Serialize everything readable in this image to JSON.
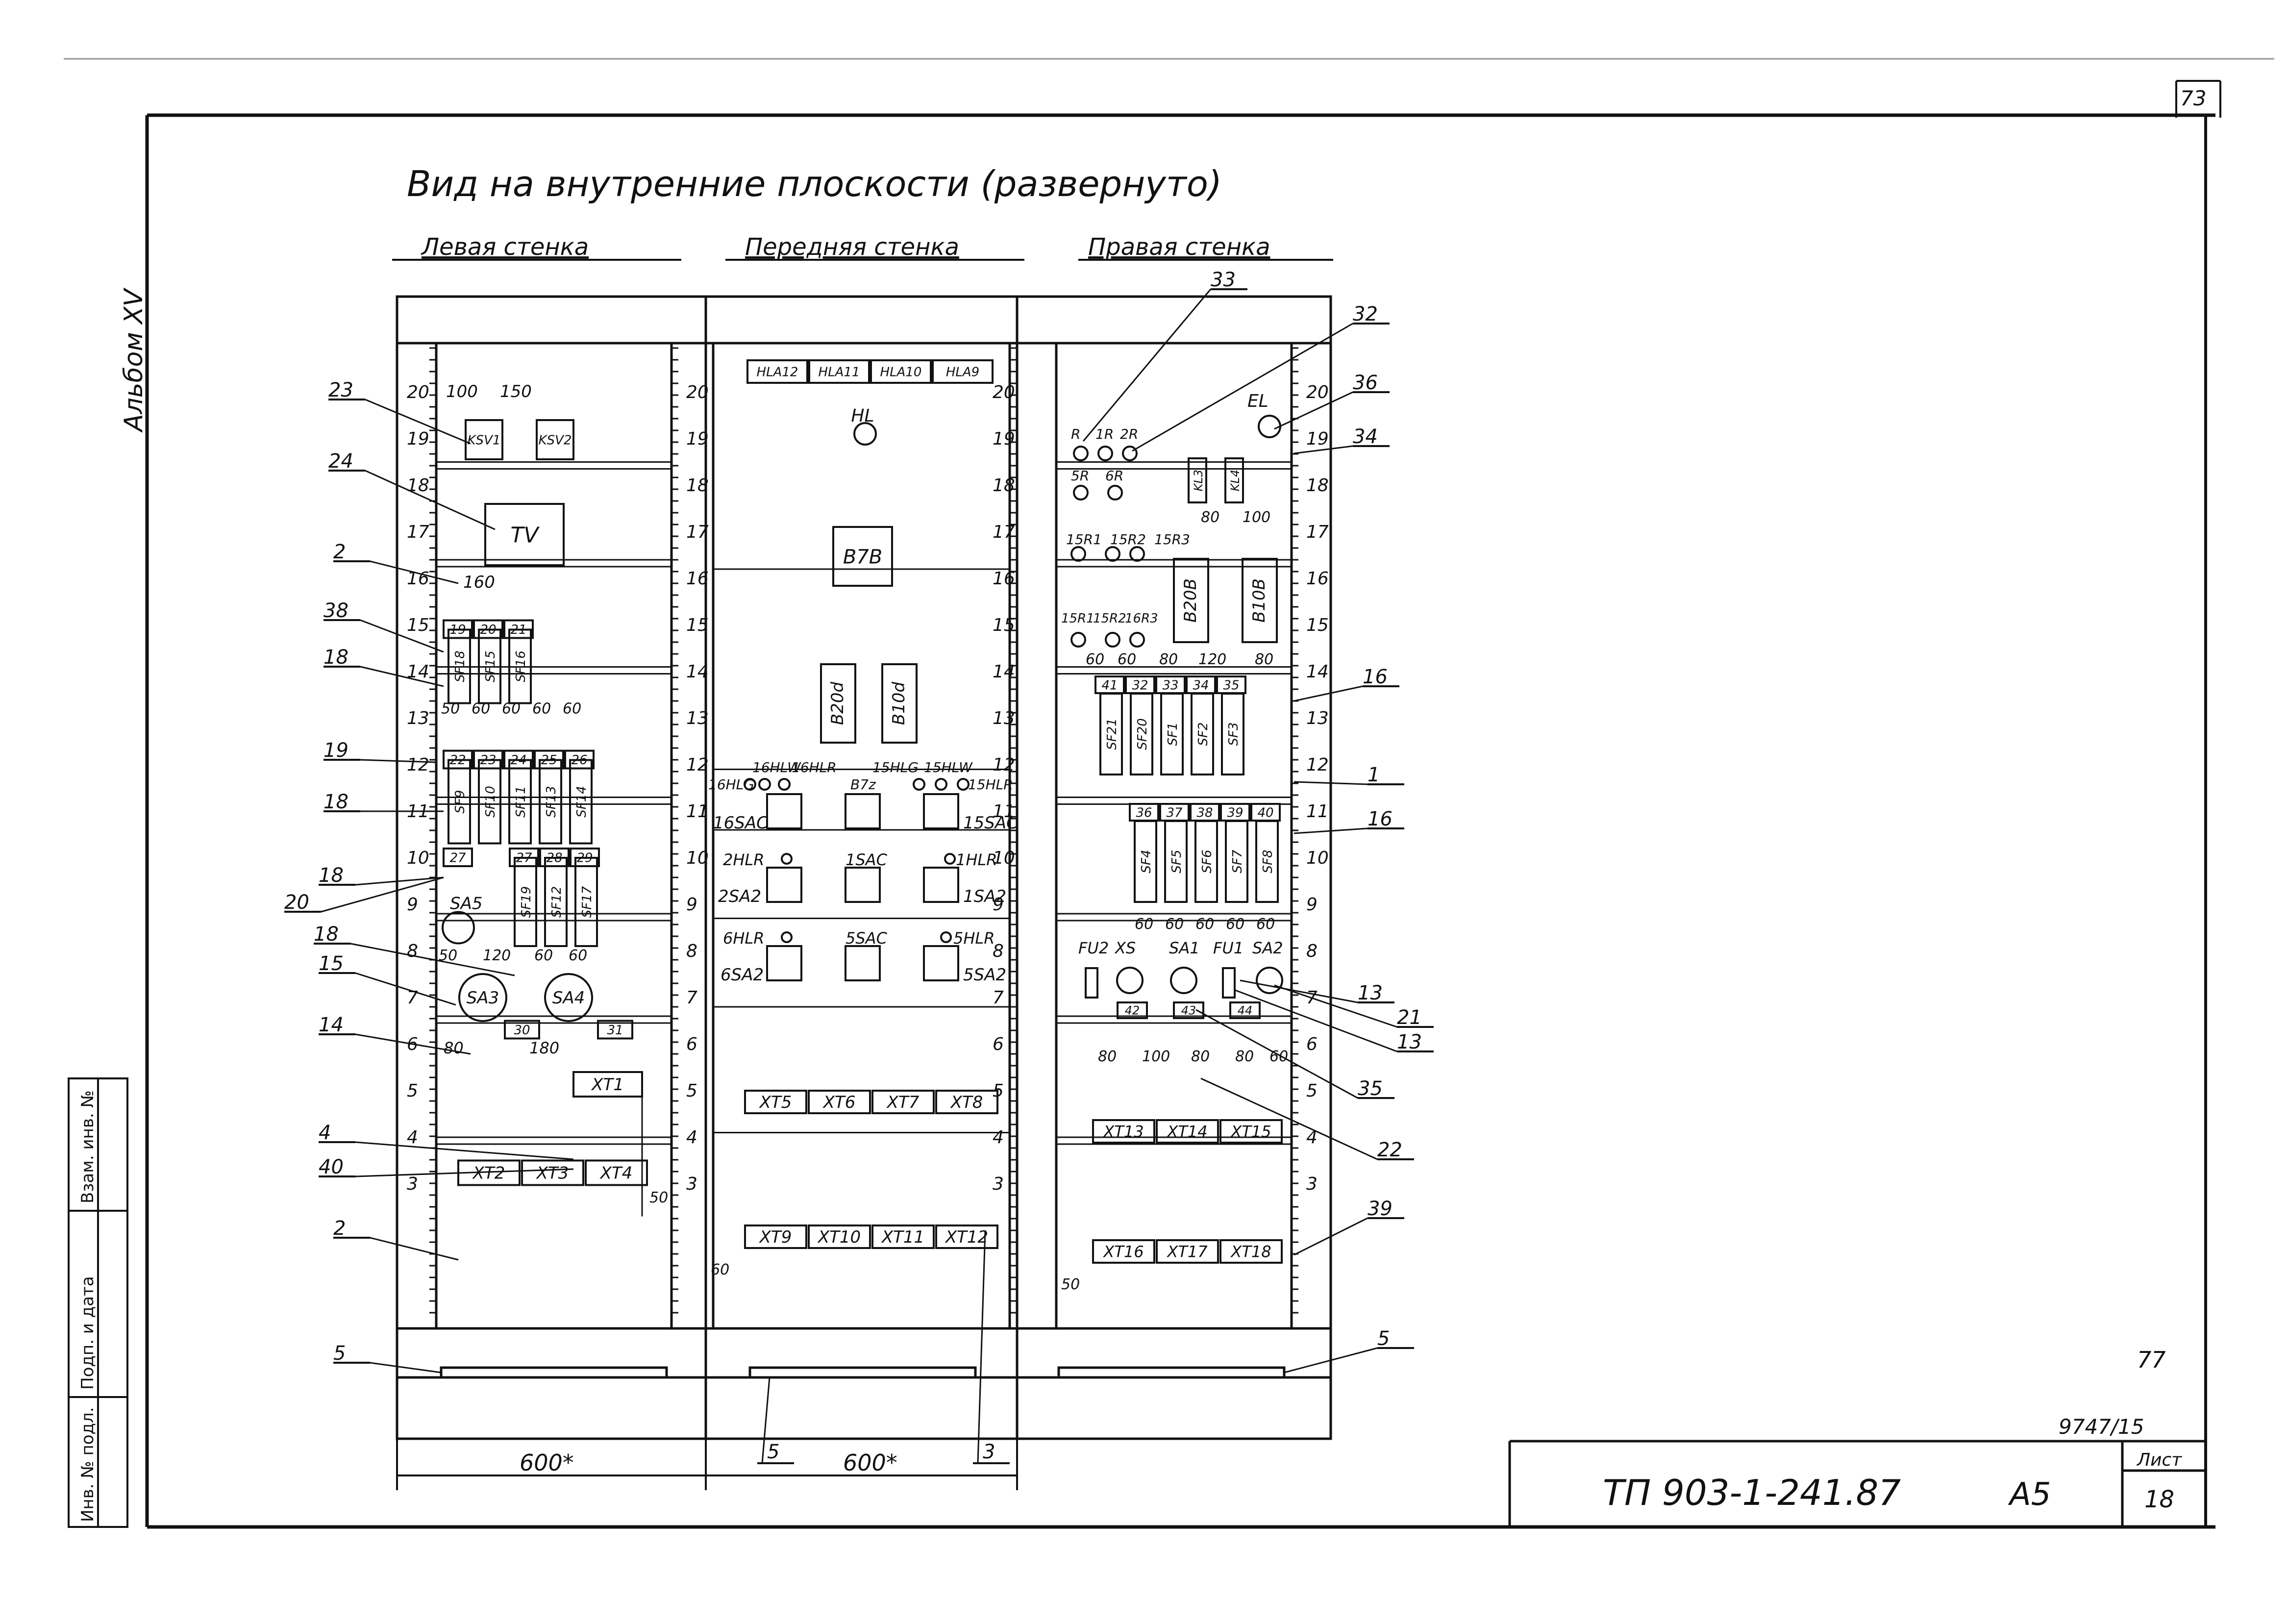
{
  "sheet": {
    "corner_number": "73",
    "album": "Альбом XV",
    "view_title": "Вид на внутренние плоскости (развернуто)",
    "walls": [
      "Левая стенка",
      "Передняя стенка",
      "Правая стенка"
    ],
    "side_stamp": [
      "Инв. № подл.",
      "Подп. и дата",
      "Взам. инв. №"
    ],
    "code": "ТП 903-1-241.87",
    "album_no": "А5",
    "sheet_label": "Лист",
    "sheet_no": "18",
    "order_no": "9747/15",
    "margin_note": "77"
  },
  "left_wall": {
    "components": [
      "KSV1",
      "KSV2",
      "TV",
      "SA5",
      "SA3",
      "SA4",
      "XT1",
      "XT2",
      "XT3",
      "XT4"
    ],
    "breakers_top": [
      "SF18",
      "SF15",
      "SF16"
    ],
    "breakers_mid": [
      "SF9",
      "SF10",
      "SF11",
      "SF13",
      "SF14"
    ],
    "breakers_low": [
      "SF19",
      "SF12",
      "SF17"
    ],
    "labels_top": [
      "19",
      "20",
      "21"
    ],
    "labels_mid": [
      "22",
      "23",
      "24",
      "25",
      "26"
    ],
    "labels_low": [
      "27",
      "27",
      "28",
      "29"
    ],
    "labels_sa": [
      "30",
      "31"
    ],
    "dims_top": [
      "100",
      "150"
    ],
    "dim_tv": "160",
    "dims_row": [
      "50",
      "60",
      "60",
      "60",
      "60"
    ],
    "dims_sa": [
      "50",
      "120",
      "60",
      "60"
    ],
    "dims_xt": [
      "80",
      "180"
    ],
    "dim_bottom": "50"
  },
  "front_wall": {
    "hla": [
      "HLA12",
      "HLA11",
      "HLA10",
      "HLA9"
    ],
    "hl": "HL",
    "blocks": [
      "B7B",
      "B20d",
      "B10d"
    ],
    "lamp_labels": [
      "16HLW",
      "16HLR",
      "15HLG",
      "15HLW",
      "16HLG",
      "B7z",
      "15HLR"
    ],
    "switches": [
      "16SAC",
      "15SAC",
      "2HLR",
      "1SAC",
      "1HLR",
      "2SA2",
      "1SA2",
      "6HLR",
      "5SAC",
      "5HLR",
      "6SA2",
      "5SA2"
    ],
    "terminals_top": [
      "XT5",
      "XT6",
      "XT7",
      "XT8"
    ],
    "terminals_bottom": [
      "XT9",
      "XT10",
      "XT11",
      "XT12"
    ],
    "dim_bottom": "60"
  },
  "right_wall": {
    "el": "EL",
    "lamps_row1": [
      "R",
      "1R",
      "2R"
    ],
    "lamps_row2": [
      "5R",
      "6R"
    ],
    "relays": [
      "KL3",
      "KL4"
    ],
    "lamps_row3": [
      "15R1",
      "15R2",
      "15R3"
    ],
    "lamps_row4": [
      "15R1",
      "15R2",
      "16R3"
    ],
    "blocks": [
      "B20B",
      "B10B"
    ],
    "dims_relay": [
      "80",
      "100"
    ],
    "dims_row4": [
      "60",
      "60",
      "80",
      "120",
      "80"
    ],
    "labels_sf_top": [
      "41",
      "32",
      "33",
      "34",
      "35"
    ],
    "breakers_top": [
      "SF21",
      "SF20",
      "SF1",
      "SF2",
      "SF3"
    ],
    "labels_sf_bottom": [
      "36",
      "37",
      "38",
      "39",
      "40"
    ],
    "breakers_bottom": [
      "SF4",
      "SF5",
      "SF6",
      "SF7",
      "SF8"
    ],
    "dims_sf": [
      "60",
      "60",
      "60",
      "60",
      "60"
    ],
    "controls": [
      "FU2",
      "XS",
      "SA1",
      "FU1",
      "SA2"
    ],
    "control_labels": [
      "42",
      "43",
      "44"
    ],
    "dims_controls": [
      "80",
      "100",
      "80",
      "80",
      "60"
    ],
    "terminals_top": [
      "XT13",
      "XT14",
      "XT15"
    ],
    "terminals_bottom": [
      "XT16",
      "XT17",
      "XT18"
    ],
    "dim_bottom": "50"
  },
  "scale_left": [
    "20",
    "19",
    "18",
    "17",
    "16",
    "15",
    "14",
    "13",
    "12",
    "11",
    "10",
    "9",
    "8",
    "7",
    "6",
    "5",
    "4",
    "3"
  ],
  "callouts_left": [
    "23",
    "24",
    "2",
    "38",
    "18",
    "19",
    "18",
    "20",
    "18",
    "18",
    "15",
    "14",
    "4",
    "40",
    "2",
    "5"
  ],
  "callouts_right": [
    "33",
    "32",
    "36",
    "34",
    "16",
    "1",
    "16",
    "13",
    "21",
    "13",
    "35",
    "22",
    "39",
    "5"
  ],
  "callouts_bottom": [
    "5",
    "3"
  ],
  "dimensions_overall": [
    "600*",
    "600*"
  ]
}
